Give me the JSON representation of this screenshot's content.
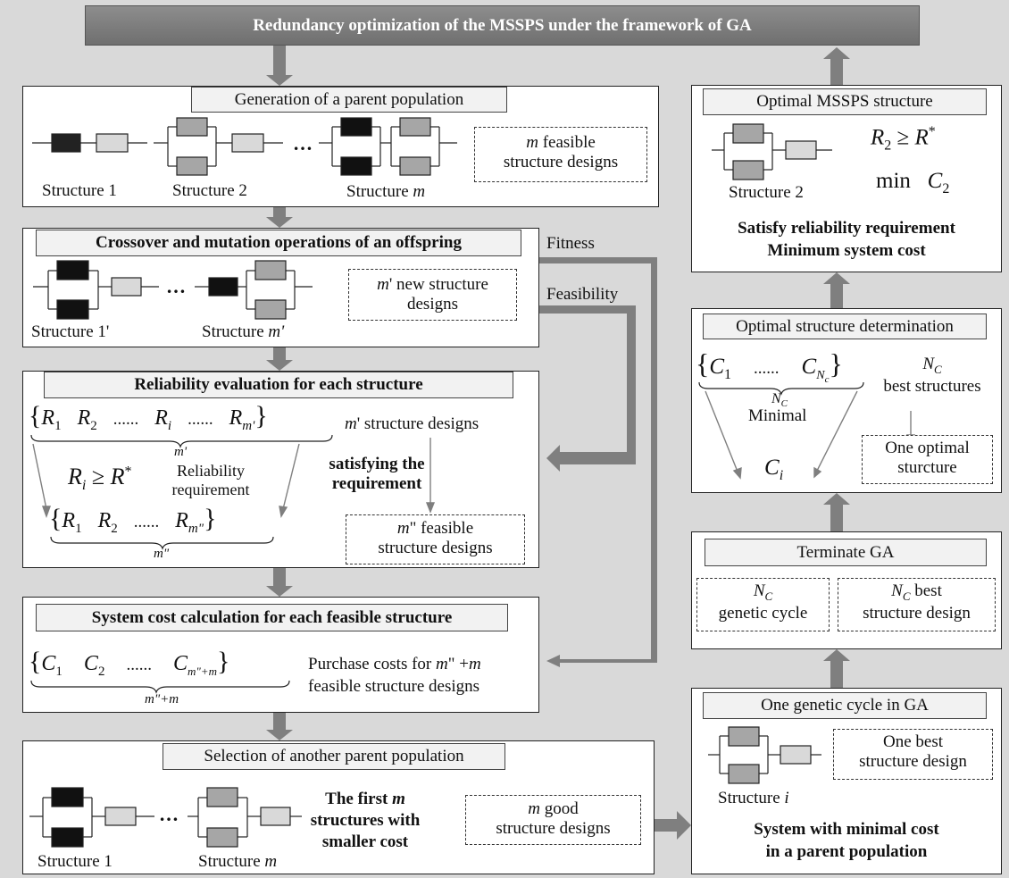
{
  "title": "Redundancy optimization of the MSSPS under the framework of GA",
  "colors": {
    "background": "#d9d9d9",
    "arrow": "#7f7f7f",
    "dark_block": "#111111",
    "mid_block": "#a6a6a6",
    "light_block": "#d9d9d9"
  },
  "gen": {
    "header": "Generation of a parent population",
    "s1": "Structure 1",
    "s2": "Structure 2",
    "sm_pre": "Structure ",
    "sm_var": "m",
    "ellipsis": "…",
    "note_var": "m",
    "note_l1": " feasible",
    "note_l2": "structure designs"
  },
  "cross": {
    "header": "Crossover and mutation operations of an offspring",
    "s1": "Structure 1'",
    "sm_pre": "Structure ",
    "sm_var": "m'",
    "ellipsis": "…",
    "note_var": "m",
    "note_prime": "'",
    "note_l1": " new structure",
    "note_l2": "designs"
  },
  "fitness": "Fitness",
  "feasibility": "Feasibility",
  "rel": {
    "header": "Reliability evaluation for each structure",
    "set_vars": [
      "R",
      "R",
      "R",
      "R"
    ],
    "set_subs": [
      "1",
      "2",
      "i",
      "m'"
    ],
    "dots": "......",
    "brace_label": "m'",
    "right_var": "m",
    "right_text": "' structure designs",
    "cond_lhs": "R",
    "cond_sub": "i",
    "cond_op": " ≥ ",
    "cond_rhs": "R",
    "cond_sup": "*",
    "cond_l1": "Reliability",
    "cond_l2": "requirement",
    "sat_l1": "satisfying the",
    "sat_l2": "requirement",
    "set2_vars": [
      "R",
      "R",
      "R"
    ],
    "set2_subs": [
      "1",
      "2",
      "m\""
    ],
    "brace2_label": "m\"",
    "note_var": "m",
    "note_l1": "\" feasible",
    "note_l2": "structure designs"
  },
  "cost": {
    "header": "System cost calculation for each feasible structure",
    "set_vars": [
      "C",
      "C",
      "C"
    ],
    "set_subs": [
      "1",
      "2",
      "m\"+m"
    ],
    "dots": "......",
    "brace_label": "m\"+m",
    "right_l1_pre": "Purchase costs  for ",
    "right_l1_var1": "m",
    "right_l1_mid": "\" +",
    "right_l1_var2": "m",
    "right_l2": "feasible structure designs"
  },
  "sel": {
    "header": "Selection of another parent population",
    "s1": "Structure 1",
    "sm_pre": "Structure ",
    "sm_var": "m",
    "ellipsis": "…",
    "bold_l1_pre": "The first ",
    "bold_l1_var": "m",
    "bold_l2": "structures with",
    "bold_l3": "smaller cost",
    "note_var": "m",
    "note_l1": " good",
    "note_l2": "structure designs"
  },
  "opt": {
    "header": "Optimal MSSPS structure",
    "structure_label": "Structure 2",
    "eq1_lhs": "R",
    "eq1_sub": "2",
    "eq1_op": " ≥ ",
    "eq1_rhs": "R",
    "eq1_sup": "*",
    "eq2_min": "min",
    "eq2_var": "C",
    "eq2_sub": "2",
    "bold_l1": "Satisfy reliability requirement",
    "bold_l2": "Minimum system cost"
  },
  "det": {
    "header": "Optimal structure determination",
    "set_vars": [
      "C",
      "C"
    ],
    "set_subs": [
      "1",
      "N"
    ],
    "set_subsub": "c",
    "dots": "......",
    "brace_var": "N",
    "brace_sub": "C",
    "minimal": "Minimal",
    "ci_var": "C",
    "ci_sub": "i",
    "right_var": "N",
    "right_sub": "C",
    "right_l2": "best structures",
    "note_l1": "One optimal",
    "note_l2": "sturcture"
  },
  "term": {
    "header": "Terminate GA",
    "n1_var": "N",
    "n1_sub": "C",
    "n1_l2": "genetic cycle",
    "n2_var": "N",
    "n2_sub": "C",
    "n2_l1": " best",
    "n2_l2": "structure design"
  },
  "cycle": {
    "header": "One genetic cycle in GA",
    "structure_pre": "Structure ",
    "structure_var": "i",
    "note_l1": "One best",
    "note_l2": "structure design",
    "bold_l1": "System with minimal cost",
    "bold_l2": "in a parent population"
  }
}
